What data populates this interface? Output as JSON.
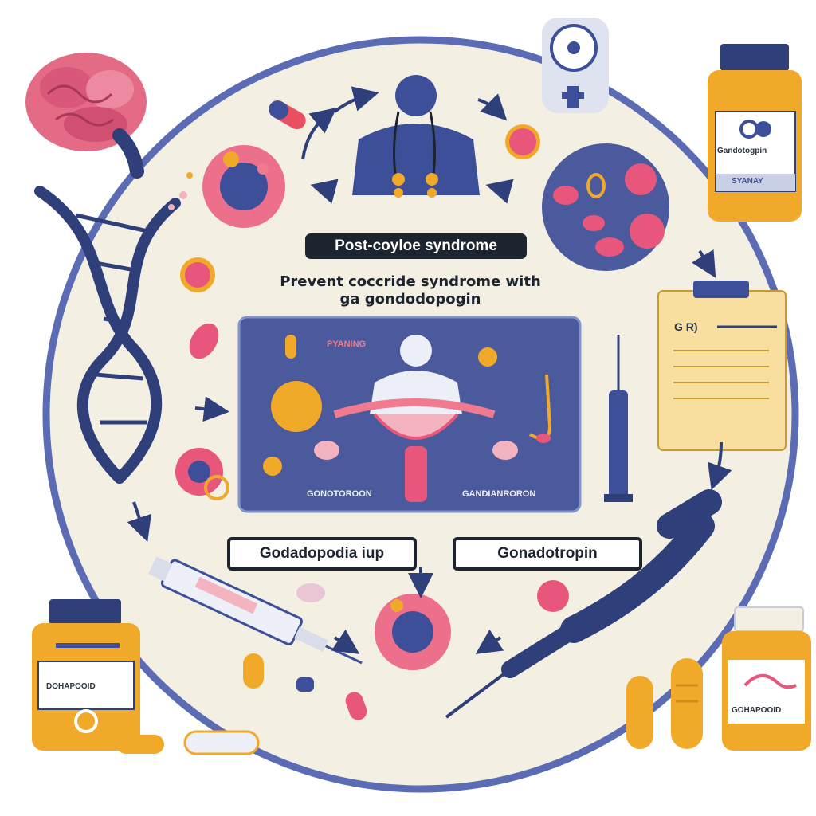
{
  "labels": {
    "post_coyloe": "Post-coyloe syndrome",
    "caption_line1": "Prevent coccride syndrome with",
    "caption_line2": "ga gondodopogin",
    "godadopodia": "Godadopodia iup",
    "gonadotropin": "Gonadotropin"
  },
  "panel": {
    "pyaning": "PYANING",
    "left_caption": "GONOTOROON",
    "right_caption": "GANDIANRORON"
  },
  "bottles": {
    "top_right_label": "Gandotogpin",
    "top_right_sub": "SYANAY",
    "bottom_left_label": "DOHAPOOID",
    "bottom_right_label": "GOHAPOOID"
  },
  "clipboard": {
    "text": "G R)"
  },
  "colors": {
    "circle_fill": "#f3efe3",
    "ring": "#5b6cb4",
    "navy": "#2f3f7a",
    "panel": "#4a5a9c",
    "pink": "#e8577b",
    "orange": "#f1a92a",
    "label_dark": "#1c2430"
  }
}
